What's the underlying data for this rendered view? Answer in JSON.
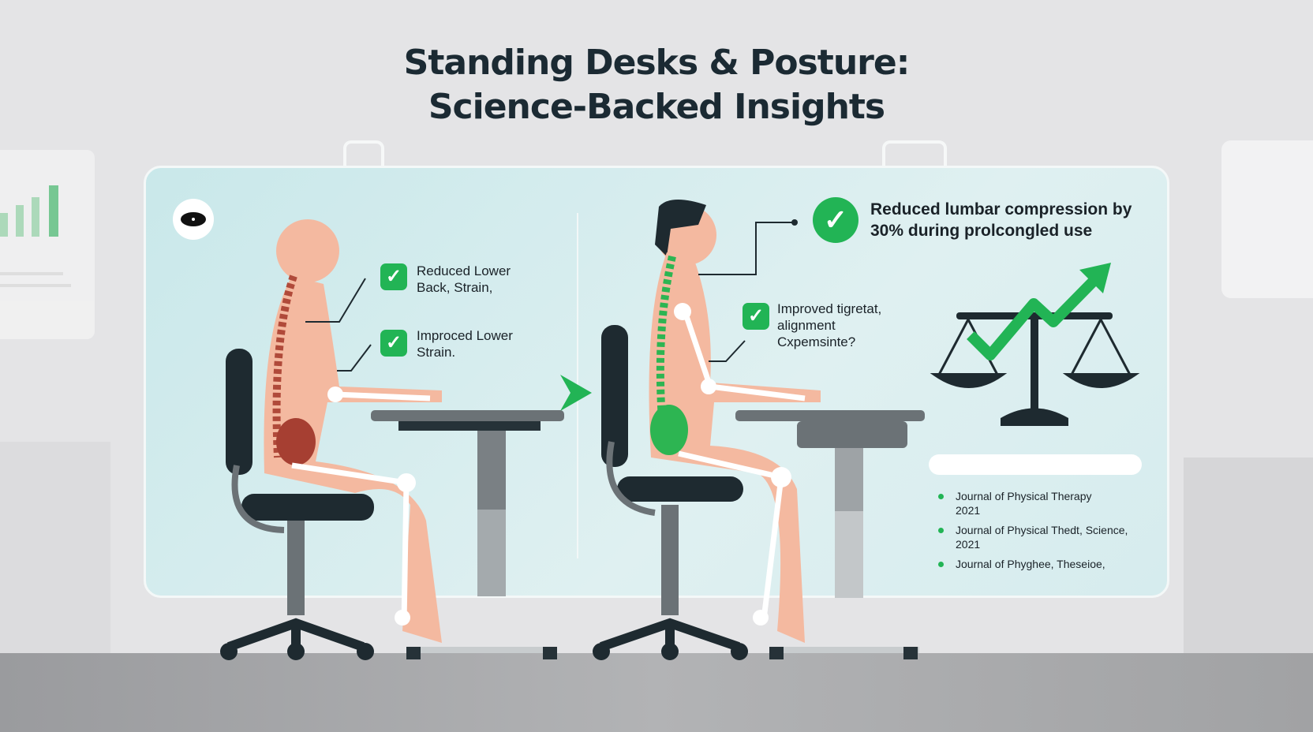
{
  "title": {
    "line1": "Standing Desks & Posture:",
    "line2": "Science-Backed Insights"
  },
  "left_claims": [
    {
      "text1": "Reduced Lower",
      "text2": "Back, Strain,"
    },
    {
      "text1": "Improced Lower",
      "text2": "Strain."
    }
  ],
  "right_claims": {
    "main": {
      "line1": "Reduced lumbar compression by",
      "line2": "30% during prolcongled use"
    },
    "secondary": {
      "line1": "Improved tigretat,",
      "line2": "alignment",
      "line3": "Cxpemsinte?"
    }
  },
  "references": [
    {
      "line1": "Journal of Physical Therapy",
      "line2": "2021"
    },
    {
      "line1": "Journal of Physical Thedt, Science,",
      "line2": "2021"
    },
    {
      "line1": "Journal of Phyghee, Theseioe,",
      "line2": ""
    }
  ],
  "colors": {
    "accent_green": "#22b455",
    "spine_red": "#b04a3a",
    "skin": "#f4b9a0",
    "dark": "#1e2a30"
  },
  "icons": [
    "eye-icon",
    "check-icon",
    "arrow-right-icon",
    "scale-icon",
    "trend-up-arrow-icon"
  ]
}
